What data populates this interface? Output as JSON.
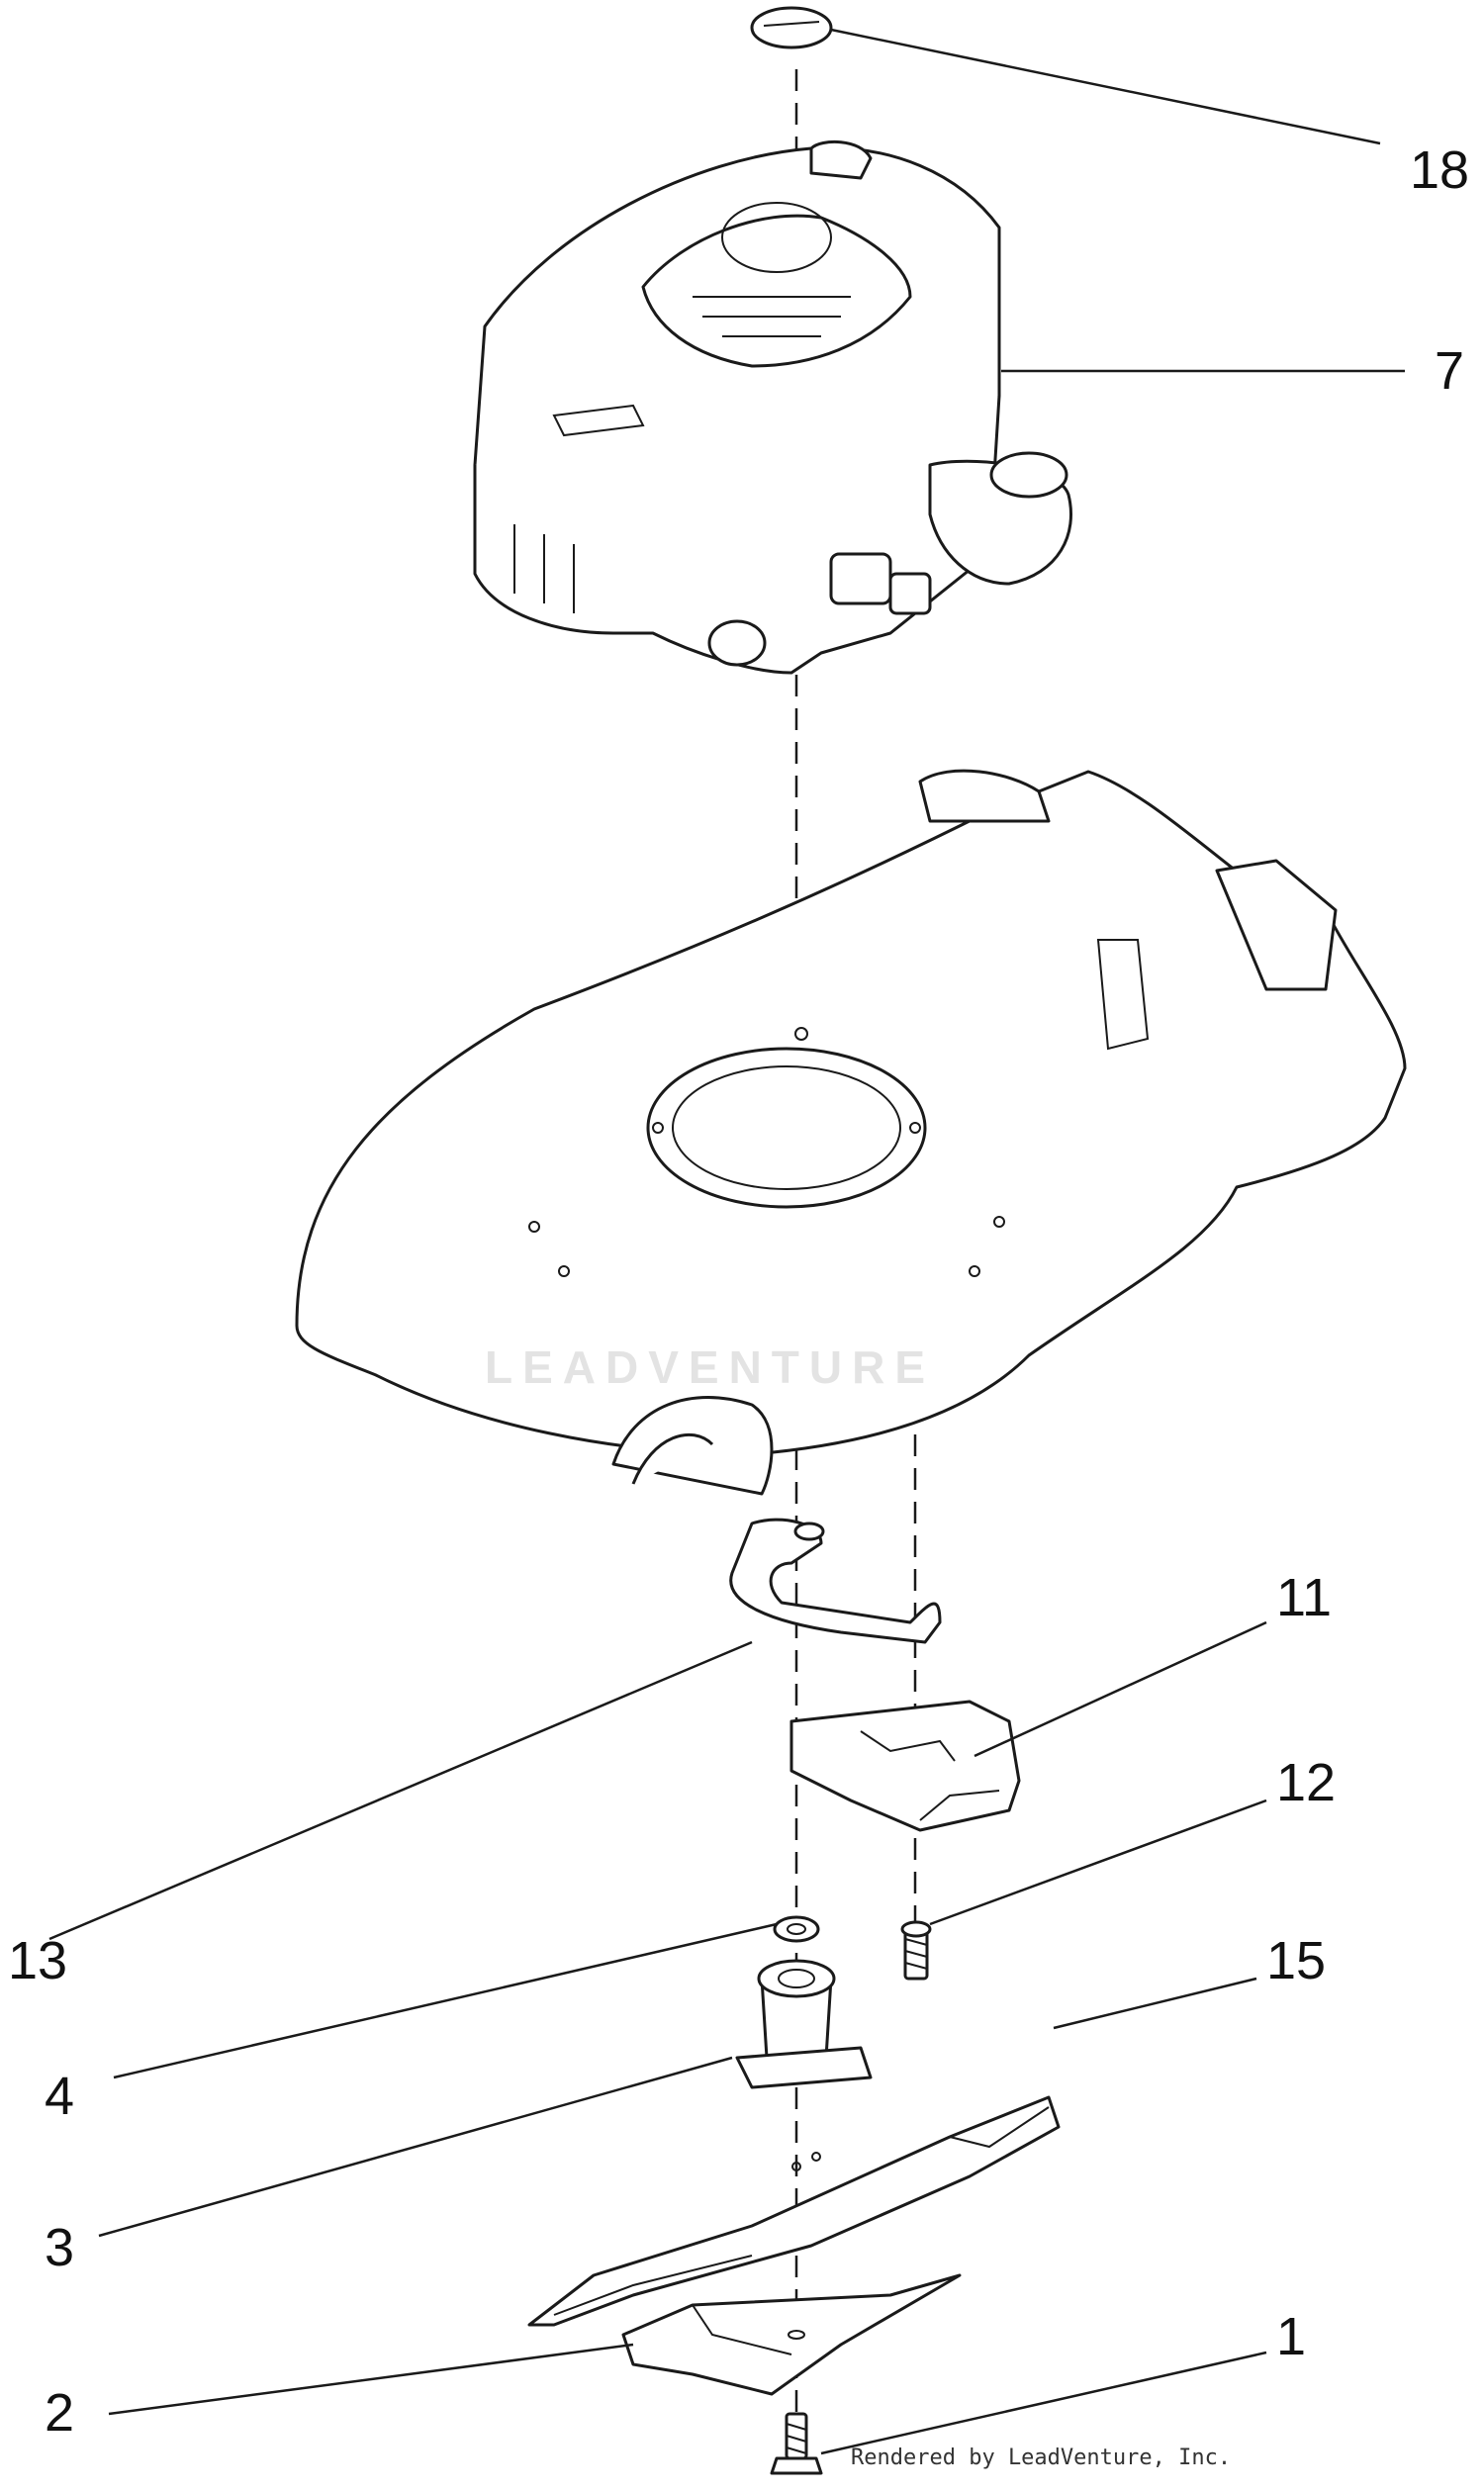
{
  "callouts": [
    {
      "id": "18",
      "label": "18"
    },
    {
      "id": "7",
      "label": "7"
    },
    {
      "id": "11",
      "label": "11"
    },
    {
      "id": "12",
      "label": "12"
    },
    {
      "id": "13",
      "label": "13"
    },
    {
      "id": "15",
      "label": "15"
    },
    {
      "id": "4",
      "label": "4"
    },
    {
      "id": "3",
      "label": "3"
    },
    {
      "id": "1",
      "label": "1"
    },
    {
      "id": "2",
      "label": "2"
    }
  ],
  "watermark": "LEADVENTURE",
  "credit": "Rendered by LeadVenture, Inc.",
  "colors": {
    "line": "#1a1a1a",
    "background": "#ffffff",
    "watermark": "#e3e3e3"
  }
}
